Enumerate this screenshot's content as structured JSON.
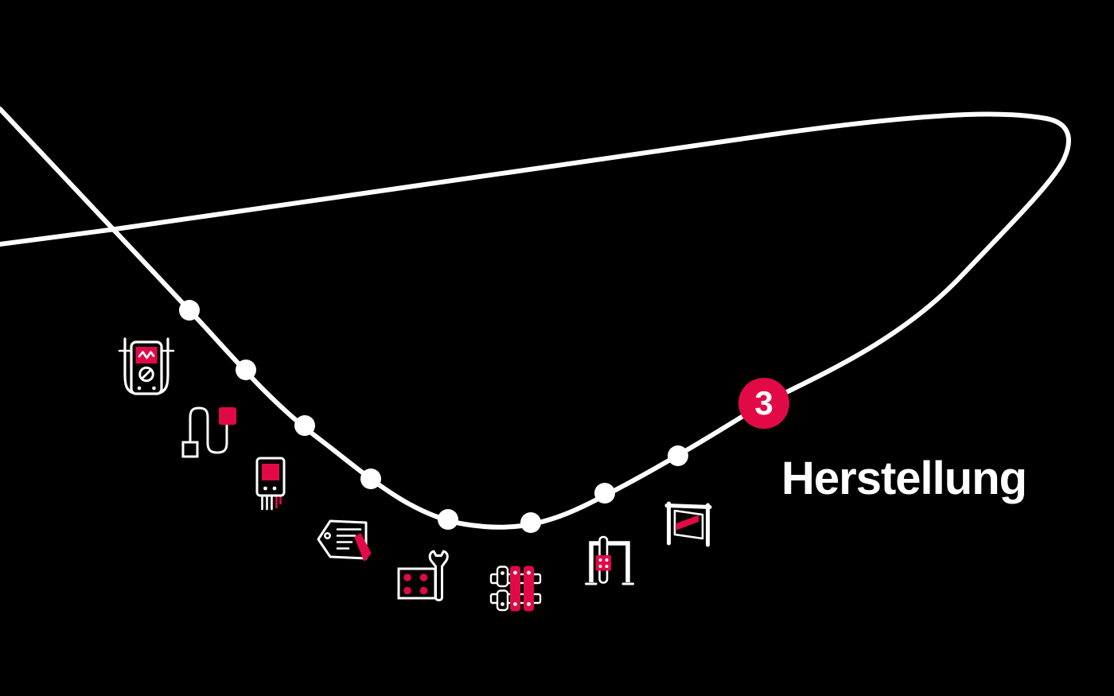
{
  "meta": {
    "type": "product-lifecycle-infographic",
    "language": "de"
  },
  "palette": {
    "background": "#000000",
    "line": "#ffffff",
    "accent": "#e20a46",
    "text": "#ffffff"
  },
  "stage": {
    "number": "3",
    "label": "Herstellung"
  },
  "curve": {
    "milestone_count": 8,
    "description": "looping lifecycle curve with milestone dots and numbered stage badge"
  },
  "icons": [
    {
      "name": "multimeter-icon"
    },
    {
      "name": "cable-connector-icon"
    },
    {
      "name": "electronic-component-icon"
    },
    {
      "name": "label-tag-pen-icon"
    },
    {
      "name": "mounting-plate-wrench-icon"
    },
    {
      "name": "woven-cable-harness-icon"
    },
    {
      "name": "press-machine-icon"
    },
    {
      "name": "marked-panel-icon"
    }
  ]
}
